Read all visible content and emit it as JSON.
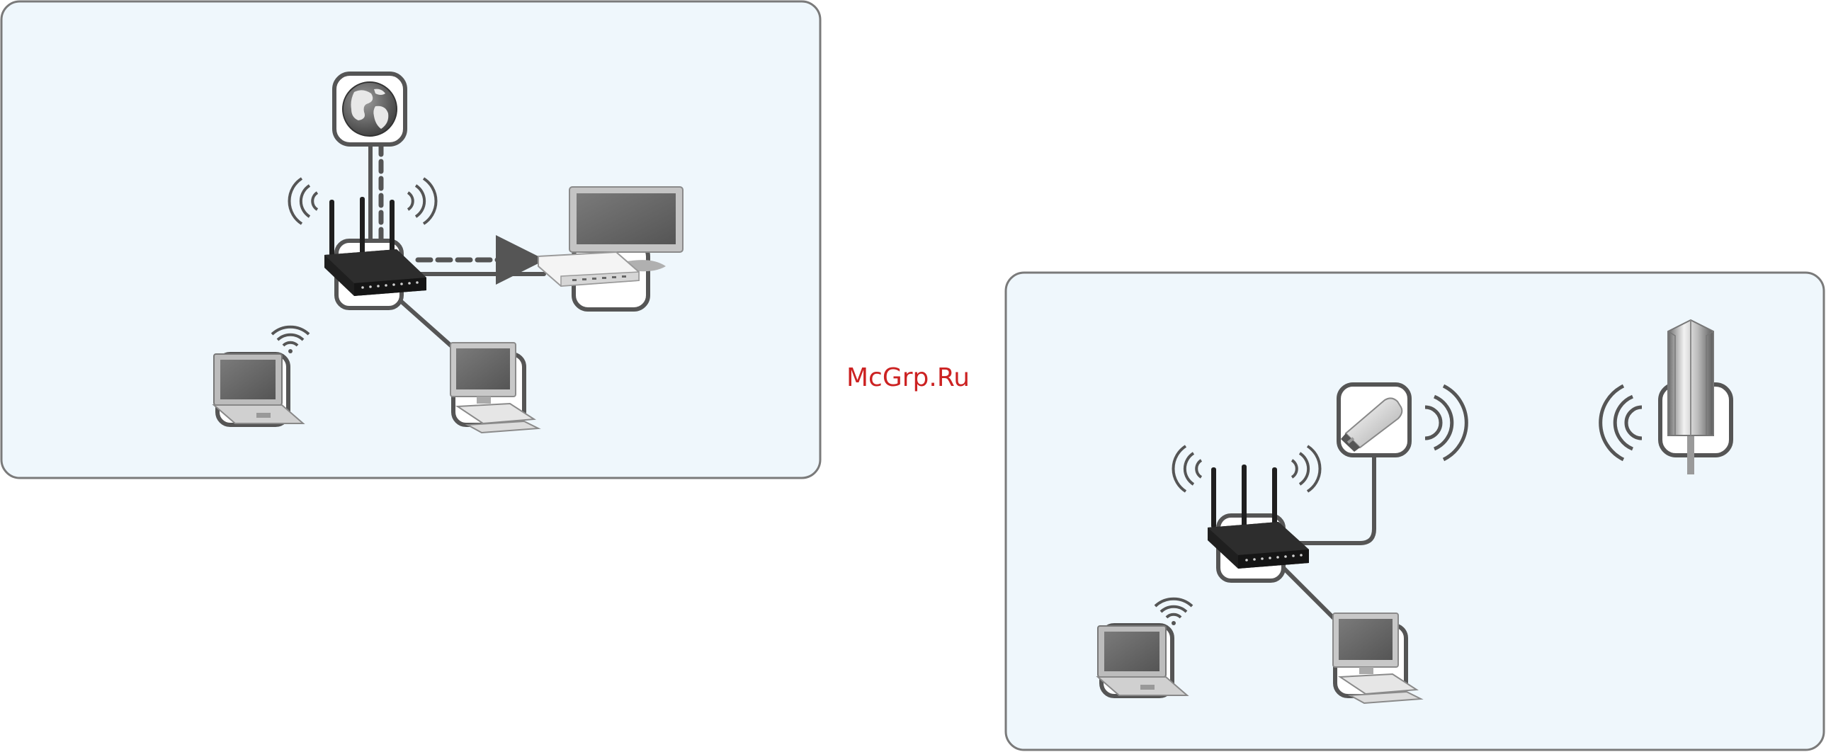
{
  "watermark": {
    "text": "McGrp.Ru"
  },
  "colors": {
    "panel_bg": "#eff7fc",
    "panel_border": "#7a7a7a",
    "line": "#555555",
    "device_dark": "#1f1f1f",
    "device_gray": "#9a9a9a",
    "watermark": "#cc2222"
  },
  "diagram_left": {
    "nodes": [
      "internet-globe",
      "wireless-router",
      "cable-modem-with-monitor",
      "wireless-laptop",
      "desktop-pc"
    ],
    "links": [
      {
        "from": "internet-globe",
        "to": "wireless-router",
        "style": "solid"
      },
      {
        "from": "internet-globe",
        "to": "wireless-router",
        "style": "dashed"
      },
      {
        "from": "wireless-router",
        "to": "cable-modem-with-monitor",
        "style": "solid"
      },
      {
        "from": "wireless-router",
        "to": "cable-modem-with-monitor",
        "style": "dashed-arrow"
      },
      {
        "from": "wireless-router",
        "to": "desktop-pc",
        "style": "solid"
      },
      {
        "from": "wireless-router",
        "to": "wireless-laptop",
        "style": "wireless"
      }
    ]
  },
  "diagram_right": {
    "nodes": [
      "usb-3g-modem",
      "wireless-router",
      "cell-tower",
      "wireless-laptop",
      "desktop-pc"
    ],
    "links": [
      {
        "from": "wireless-router",
        "to": "usb-3g-modem",
        "style": "solid"
      },
      {
        "from": "wireless-router",
        "to": "desktop-pc",
        "style": "solid"
      },
      {
        "from": "usb-3g-modem",
        "to": "cell-tower",
        "style": "wireless"
      },
      {
        "from": "wireless-router",
        "to": "wireless-laptop",
        "style": "wireless"
      }
    ]
  }
}
